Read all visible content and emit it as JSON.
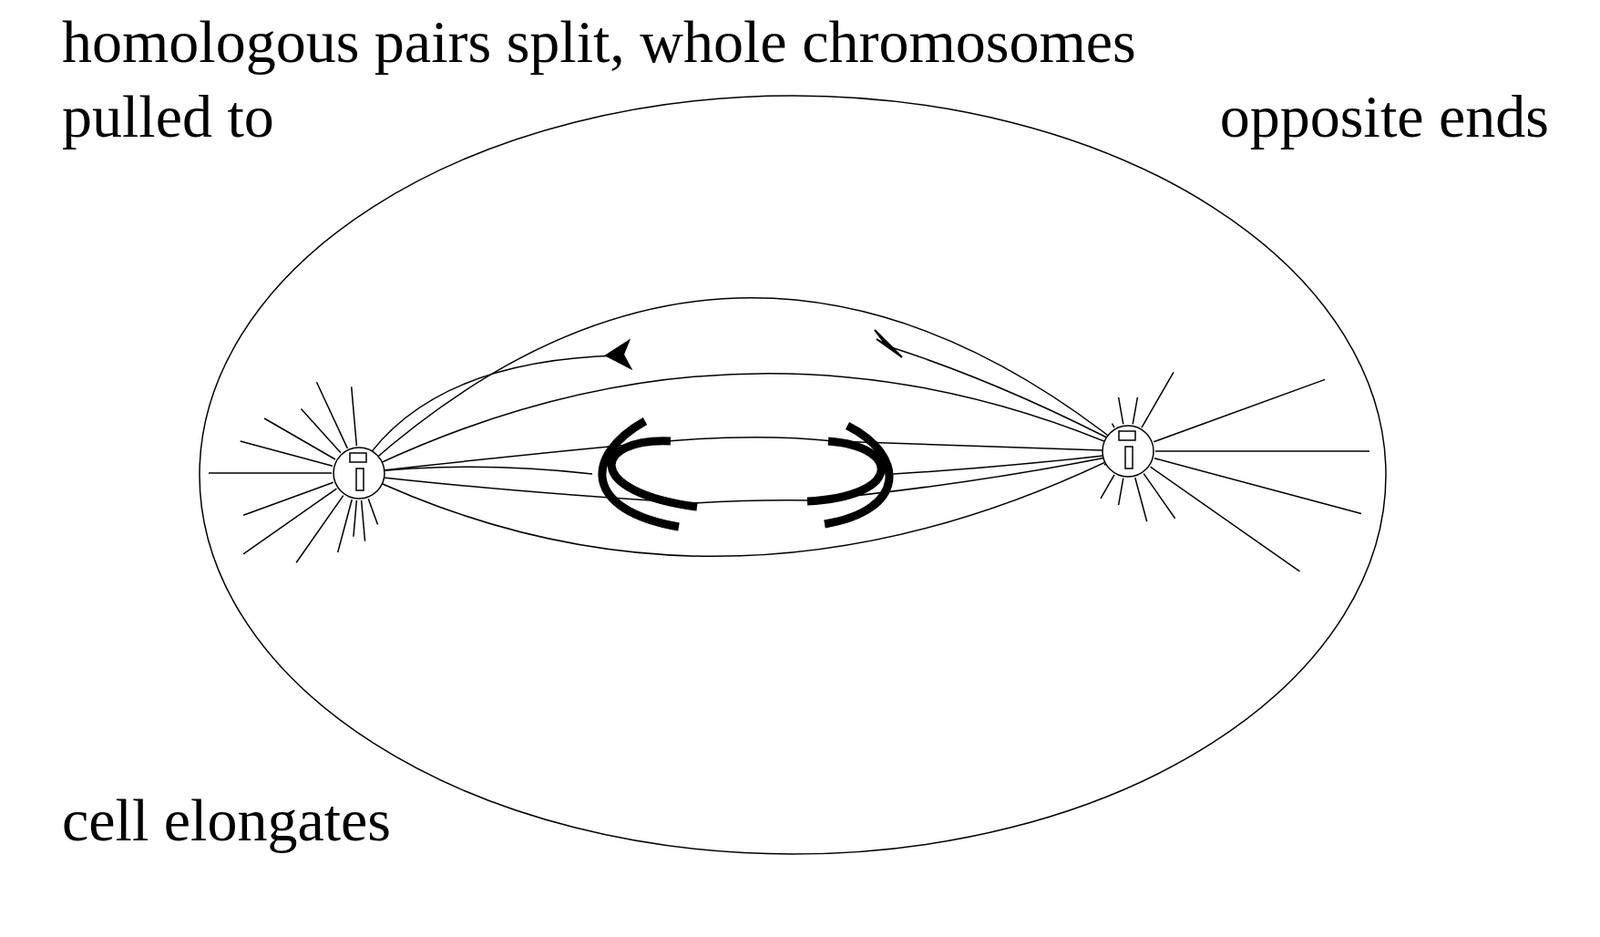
{
  "diagram": {
    "labels": [
      "homologous pairs split, whole chromosomes",
      "pulled to",
      "opposite ends",
      "cell elongates"
    ]
  }
}
